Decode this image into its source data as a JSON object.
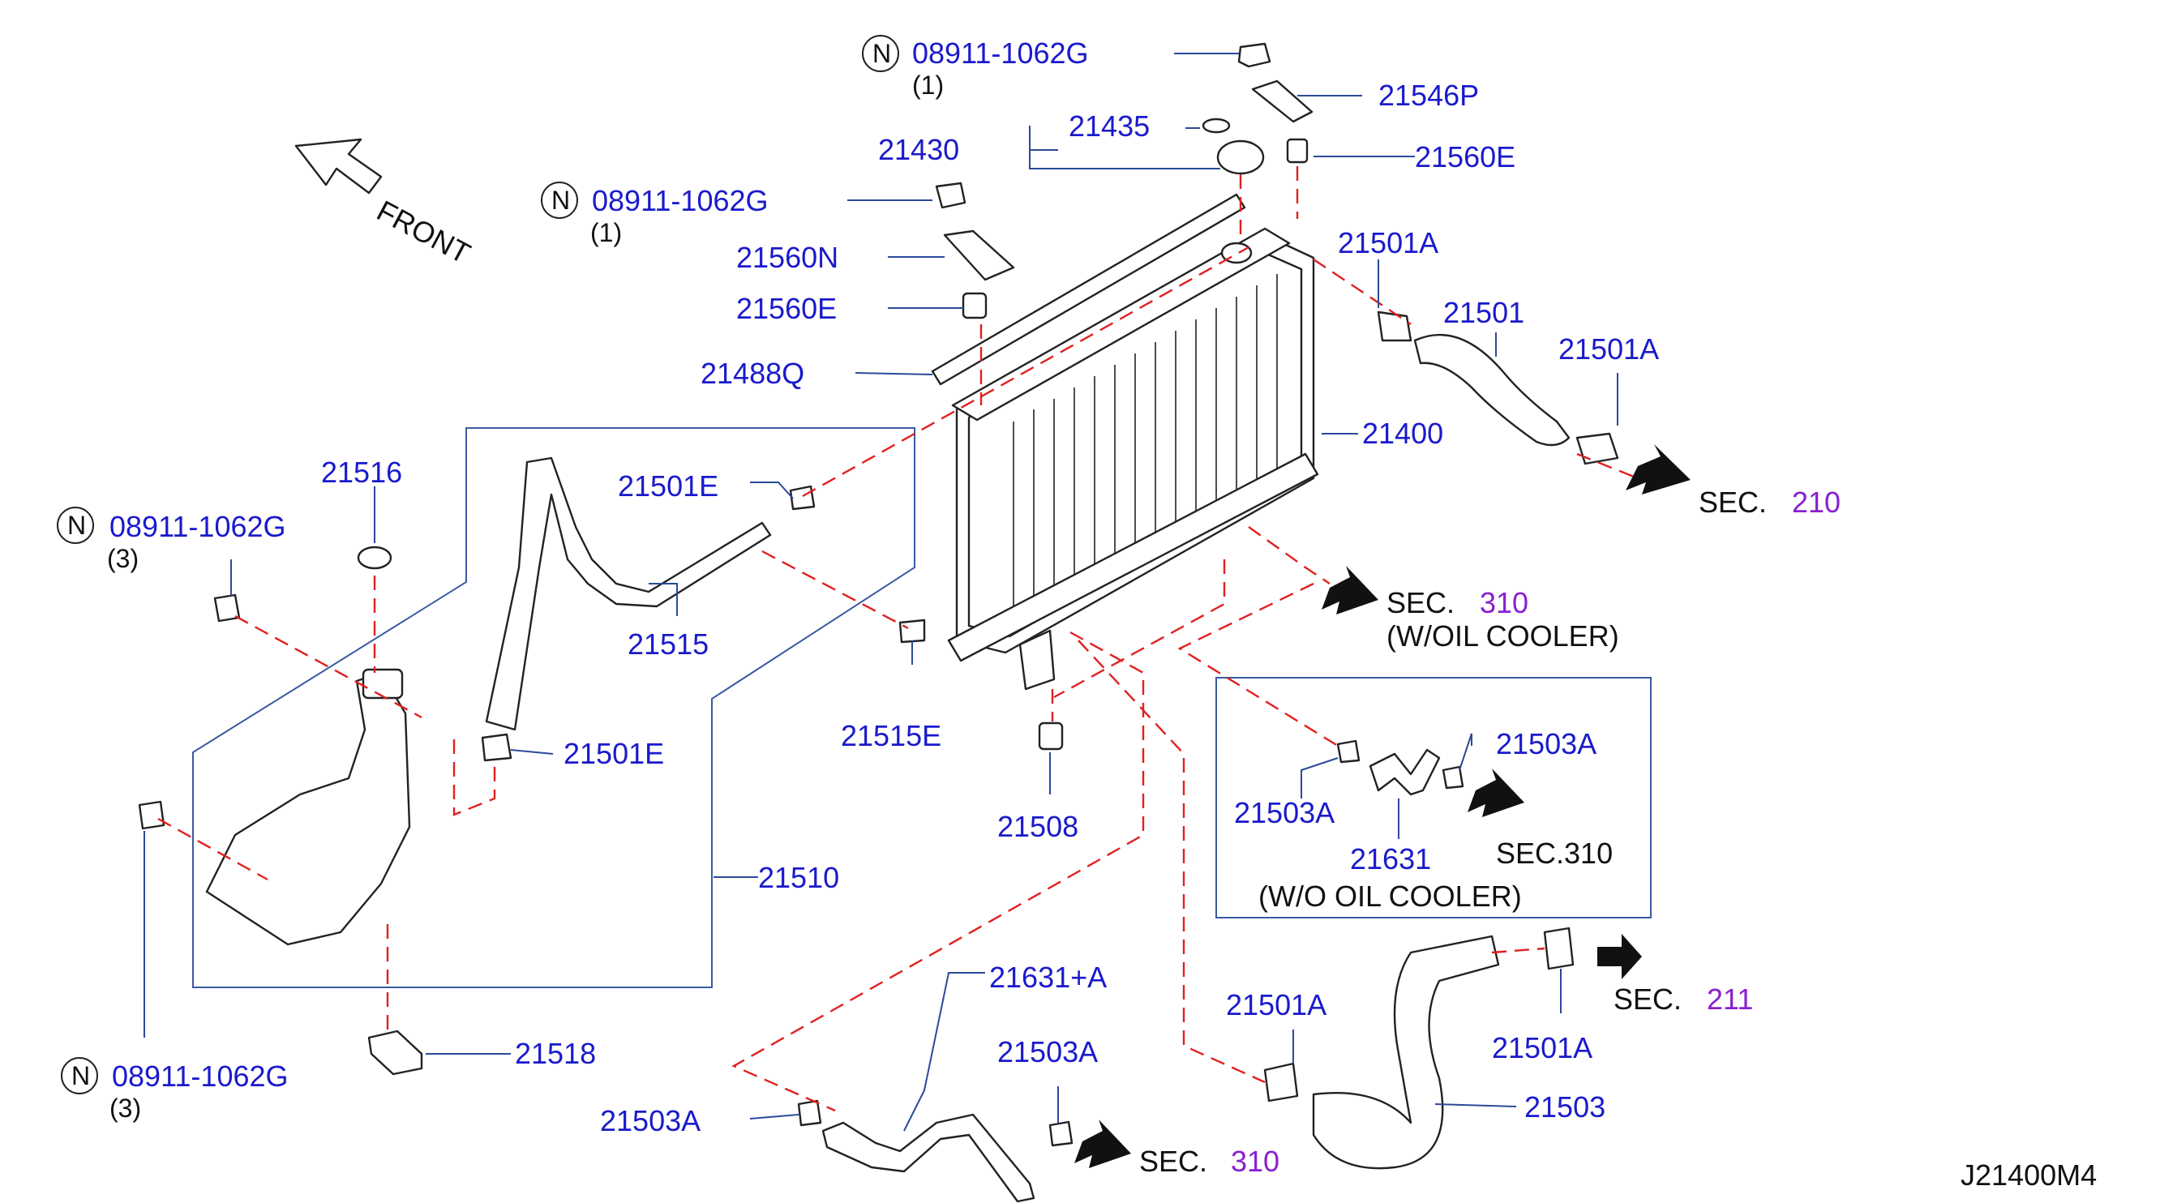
{
  "diagram": {
    "reference_code": "J21400M4",
    "front_label": "FRONT",
    "fasteners": [
      {
        "id": "n1",
        "mark": "N",
        "part": "08911-1062G",
        "qty": "(1)"
      },
      {
        "id": "n2",
        "mark": "N",
        "part": "08911-1062G",
        "qty": "(1)"
      },
      {
        "id": "n3",
        "mark": "N",
        "part": "08911-1062G",
        "qty": "(3)"
      },
      {
        "id": "n4",
        "mark": "N",
        "part": "08911-1062G",
        "qty": "(3)"
      }
    ],
    "parts": {
      "p21546P": "21546P",
      "p21435": "21435",
      "p21430": "21430",
      "p21560E_top": "21560E",
      "p21560N": "21560N",
      "p21560E_left": "21560E",
      "p21488Q": "21488Q",
      "p21501A_top": "21501A",
      "p21501": "21501",
      "p21501A_right": "21501A",
      "p21400": "21400",
      "p21516": "21516",
      "p21501E_top": "21501E",
      "p21515": "21515",
      "p21501E_bottom": "21501E",
      "p21515E": "21515E",
      "p21508": "21508",
      "p21510": "21510",
      "p21503A_box_right": "21503A",
      "p21503A_box_left": "21503A",
      "p21631": "21631",
      "p21631A": "21631+A",
      "p21503A_mid": "21503A",
      "p21503A_bottom": "21503A",
      "p21501A_lower_left": "21501A",
      "p21501A_lower_right": "21501A",
      "p21503": "21503",
      "p21518": "21518"
    },
    "sections": {
      "s210": {
        "prefix": "SEC.",
        "num": "210"
      },
      "s310_oil": {
        "prefix": "SEC.",
        "num": "310",
        "note": "(W/OIL   COOLER)"
      },
      "s310_box": {
        "text": "SEC.310"
      },
      "s211": {
        "prefix": "SEC.",
        "num": "211"
      },
      "s310_bottom": {
        "prefix": "SEC.",
        "num": "310"
      }
    },
    "box_caption": "(W/O   OIL   COOLER)"
  }
}
